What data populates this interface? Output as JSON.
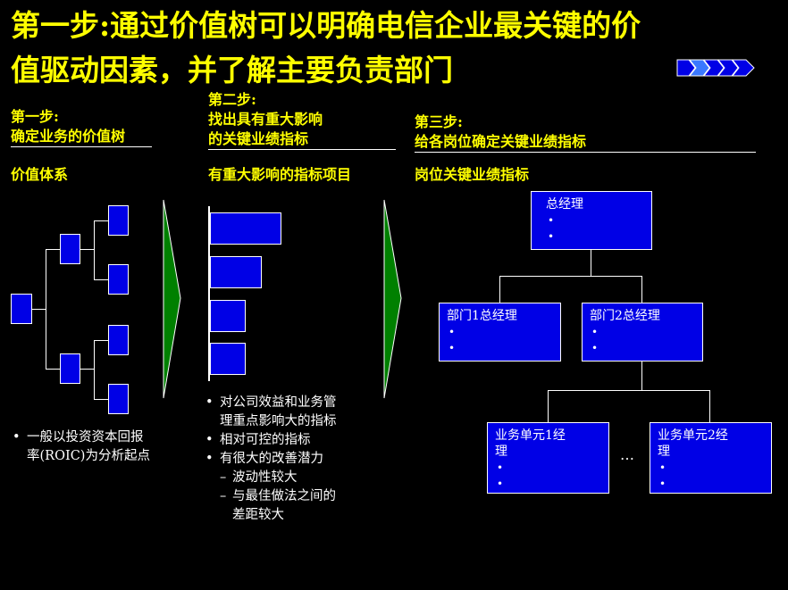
{
  "title": {
    "line1": "第一步:通过价值树可以明确电信企业最关键的价",
    "line2": "值驱动因素，并了解主要负责部门"
  },
  "step1": {
    "label": "第一步:",
    "name": "确定业务的价值树",
    "subtitle": "价值体系",
    "note_line1": "一般以投资资本回报",
    "note_line2": "率(ROIC)为分析起点"
  },
  "step2": {
    "label": "第二步:",
    "name_line1": "找出具有重大影响",
    "name_line2": "的关键业绩指标",
    "subtitle": "有重大影响的指标项目",
    "bullets": [
      "对公司效益和业务管",
      "理重点影响大的指标",
      "相对可控的指标",
      "有很大的改善潜力",
      "波动性较大",
      "与最佳做法之间的",
      "差距较大"
    ]
  },
  "step3": {
    "label": "第三步:",
    "name": "给各岗位确定关键业绩指标",
    "subtitle": "岗位关键业绩指标"
  },
  "org": {
    "gm": "总经理",
    "dept1": "部门1总经理",
    "dept2": "部门2总经理",
    "unit1_line1": "业务单元1经",
    "unit1_line2": "理",
    "unit2_line1": "业务单元2经",
    "unit2_line2": "理",
    "ellipsis": "…",
    "bullet": "•"
  },
  "glyphs": {
    "bullet": "•",
    "dash": "–"
  },
  "colors": {
    "accent": "#ffff00",
    "box": "#0000e6",
    "arrow": "#008000"
  },
  "bar_chart": {
    "values": [
      1.0,
      0.72,
      0.5,
      0.5
    ]
  }
}
